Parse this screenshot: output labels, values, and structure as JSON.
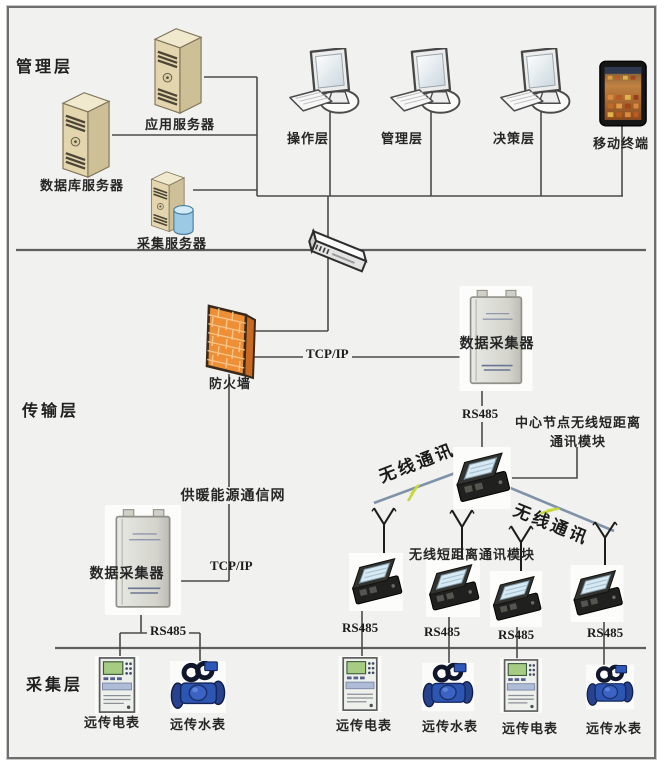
{
  "layers": {
    "management": "管理层",
    "transport": "传输层",
    "collection": "采集层"
  },
  "management": {
    "app_server": "应用服务器",
    "db_server": "数据库服务器",
    "collect_server": "采集服务器",
    "operation_ws": "操作层",
    "management_ws": "管理层",
    "decision_ws": "决策层",
    "mobile_terminal": "移动终端"
  },
  "transport": {
    "firewall": "防火墙",
    "heating_network": "供暖能源通信网",
    "data_collector": "数据采集器",
    "center_node_line1": "中心节点无线短距离",
    "center_node_line2": "通讯模块",
    "wireless_link": "无线通讯",
    "rf_module_label": "无线短距离通讯模块"
  },
  "collection": {
    "remote_emeter": "远传电表",
    "remote_wmeter": "远传水表"
  },
  "links": {
    "tcp_ip": "TCP/IP",
    "rs485": "RS485"
  },
  "colors": {
    "firewall_orange": "#ee8f35",
    "wireless_line_blue": "#7e93a8",
    "lightning_yellow": "#c6d83c",
    "water_meter_blue": "#2a4a9f",
    "server_beige": "#e3d6ae"
  }
}
